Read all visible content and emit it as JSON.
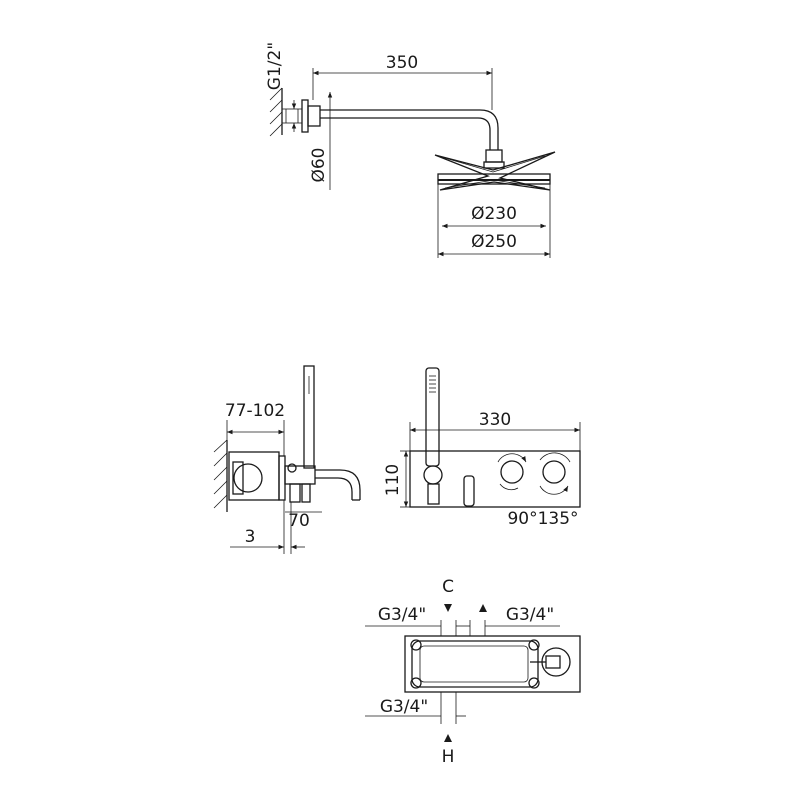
{
  "shower_head": {
    "arm_length": "350",
    "thread": "G1/2\"",
    "flange_diameter": "Ø60",
    "head_diameter_inner": "Ø230",
    "head_diameter_outer": "Ø250"
  },
  "side_view": {
    "projection": "77-102",
    "spout_depth": "70",
    "flange_offset": "3"
  },
  "front_view": {
    "width": "330",
    "height": "110",
    "rotation": "90°135°"
  },
  "box_view": {
    "label_c": "C",
    "label_h": "H",
    "conn_left_top": "G3/4\"",
    "conn_right_top": "G3/4\"",
    "conn_bottom": "G3/4\""
  }
}
